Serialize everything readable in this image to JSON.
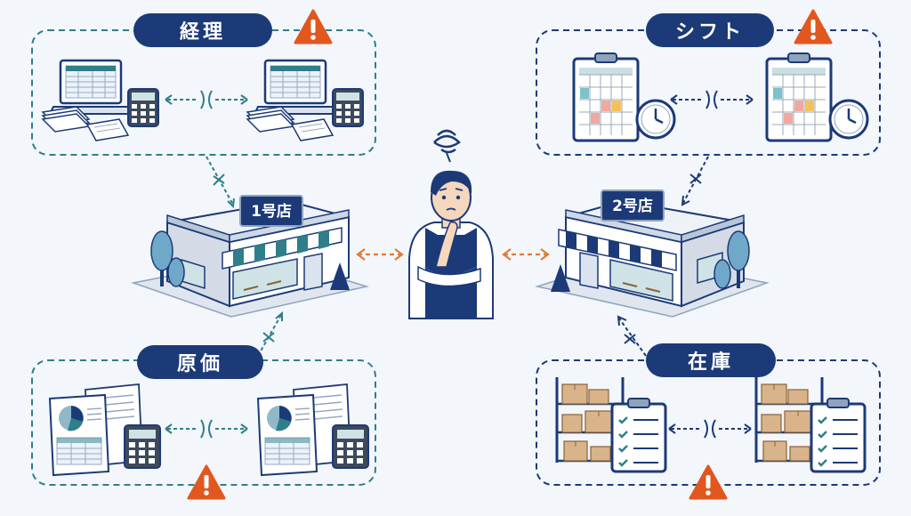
{
  "groups": {
    "accounting": {
      "label": "経理"
    },
    "shift": {
      "label": "シフト"
    },
    "cost": {
      "label": "原価"
    },
    "inventory": {
      "label": "在庫"
    }
  },
  "stores": {
    "store1": {
      "sign": "1号店"
    },
    "store2": {
      "sign": "2号店"
    }
  },
  "colors": {
    "navy": "#1c3a78",
    "teal": "#2f7f8a",
    "warning": "#e2571e",
    "link_orange": "#e07b39",
    "background": "#f3f6fa"
  },
  "icons": [
    "laptop-icon",
    "calculator-icon",
    "document-stack-icon",
    "calendar-clipboard-icon",
    "clock-icon",
    "pie-chart-document-icon",
    "shelf-boxes-icon",
    "checklist-clipboard-icon",
    "warning-icon",
    "confused-manager"
  ]
}
